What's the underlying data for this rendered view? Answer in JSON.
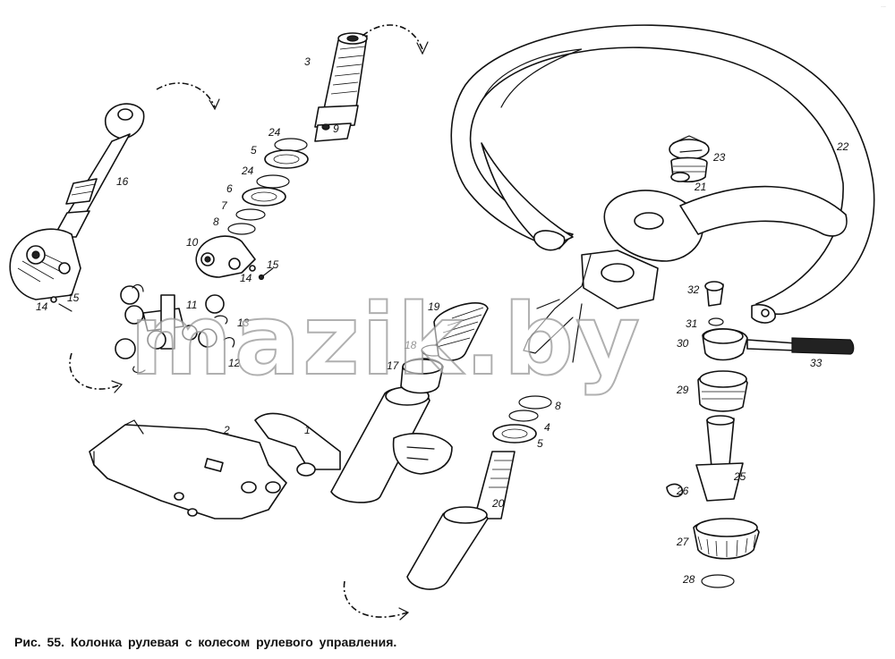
{
  "caption": "Рис. 55. Колонка рулевая с колесом рулевого управления.",
  "watermark": "mazik.by",
  "corner_mark": "...",
  "callouts": [
    "1",
    "2",
    "3",
    "4",
    "5",
    "5",
    "6",
    "7",
    "8",
    "8",
    "9",
    "10",
    "11",
    "12",
    "13",
    "14",
    "14",
    "15",
    "15",
    "16",
    "17",
    "18",
    "19",
    "20",
    "21",
    "22",
    "23",
    "24",
    "24",
    "25",
    "26",
    "27",
    "28",
    "29",
    "30",
    "31",
    "32",
    "33"
  ]
}
